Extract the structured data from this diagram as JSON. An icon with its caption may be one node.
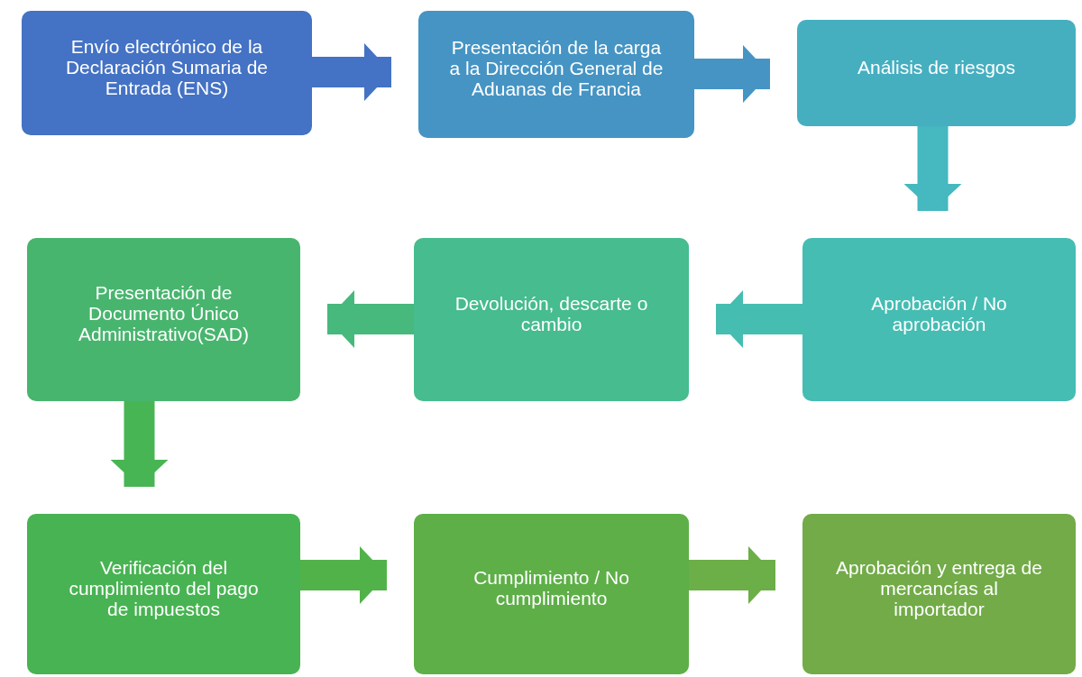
{
  "diagram": {
    "nodes": [
      {
        "text": [
          "Envío electrónico de la Declaración Sumaria de Entrada  (ENS)"
        ]
      },
      {
        "text": [
          "Presentación de la carga a la Dirección General de Aduanas de Francia"
        ]
      },
      {
        "text": [
          "Análisis de riesgos"
        ]
      },
      {
        "text": [
          "Presentación  de Documento Único Administrativo(SAD)"
        ]
      },
      {
        "text": [
          "Devolución, descarte o cambio"
        ]
      },
      {
        "text": [
          "Aprobación / No aprobación"
        ]
      },
      {
        "text": [
          "Verificación del cumplimiento del pago de impuestos"
        ]
      },
      {
        "text": [
          "Cumplimiento / No cumplimiento"
        ]
      },
      {
        "text": [
          "Aprobación y entrega de mercancías al importador"
        ]
      }
    ],
    "edges": [
      {
        "from": 0,
        "to": 1,
        "arrow": "to",
        "color": "#4472c4"
      },
      {
        "from": 1,
        "to": 2,
        "arrow": "to",
        "color": "#4694c4"
      },
      {
        "from": 2,
        "to": 5,
        "arrow": "to",
        "color": "#45b8c0"
      },
      {
        "from": 5,
        "to": 4,
        "arrow": "to",
        "color": "#45bdb0"
      },
      {
        "from": 4,
        "to": 3,
        "arrow": "to",
        "color": "#47b97c"
      },
      {
        "from": 3,
        "to": 6,
        "arrow": "to",
        "color": "#48b554"
      },
      {
        "from": 6,
        "to": 7,
        "arrow": "to",
        "color": "#52b24a"
      },
      {
        "from": 7,
        "to": 8,
        "arrow": "to",
        "color": "#6cae48"
      }
    ]
  }
}
